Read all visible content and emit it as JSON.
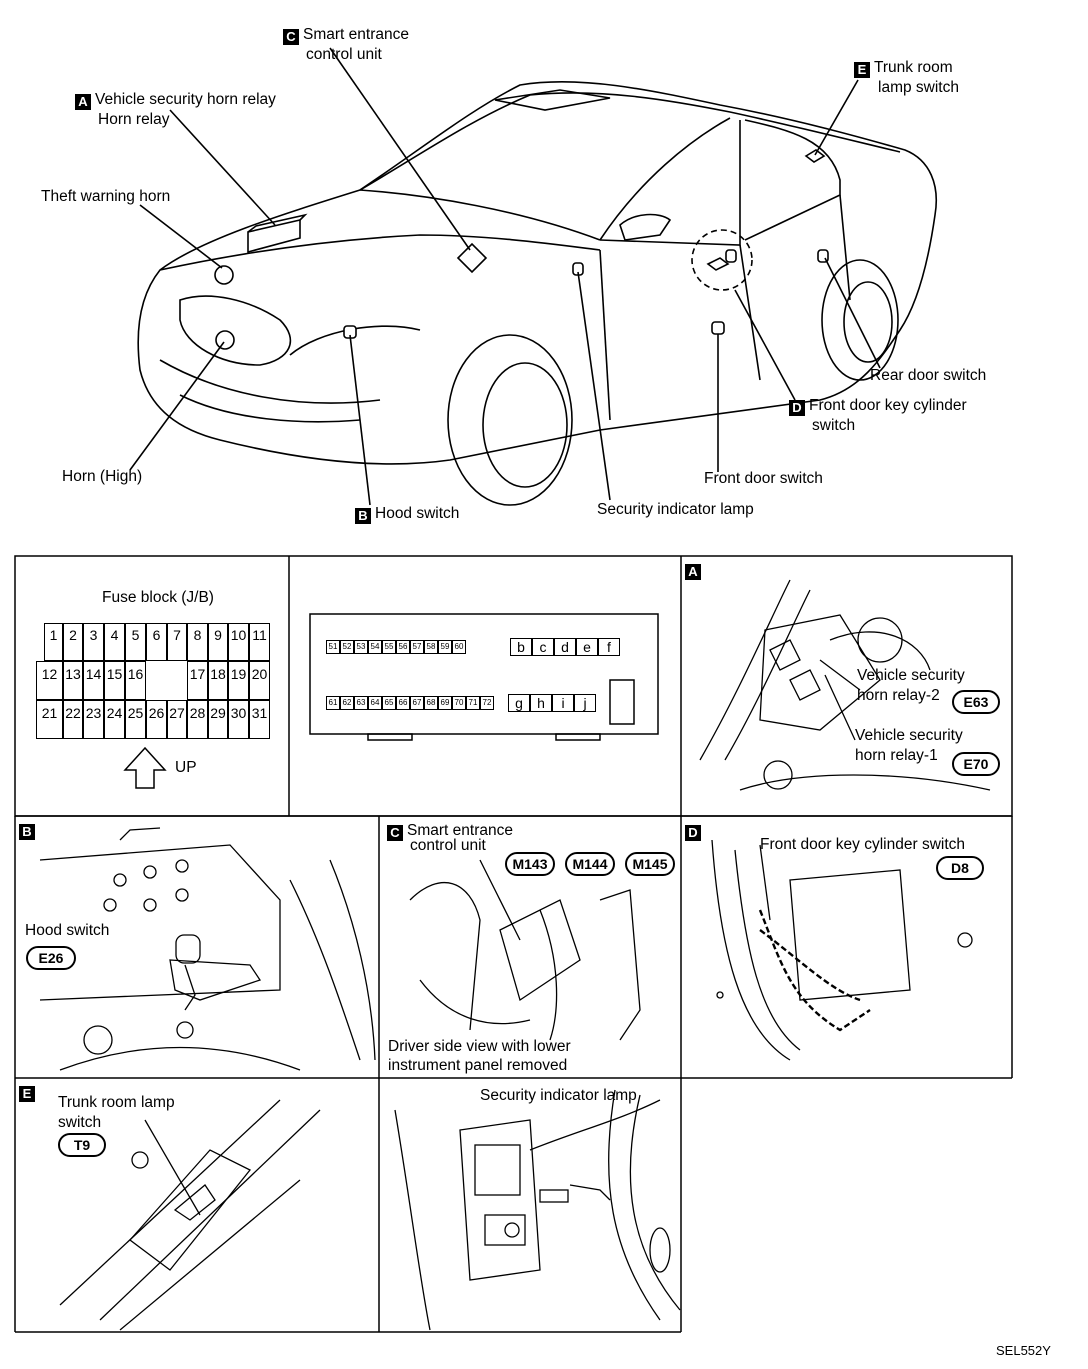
{
  "overview": {
    "labels": {
      "vehicle_security_horn_relay": "Vehicle security horn relay",
      "horn_relay": "Horn relay",
      "smart_entrance_1": "Smart entrance",
      "smart_entrance_2": "control unit",
      "trunk_room_1": "Trunk room",
      "trunk_room_2": "lamp switch",
      "theft_warning_horn": "Theft warning horn",
      "horn_high": "Horn (High)",
      "hood_switch": "Hood switch",
      "security_indicator_lamp": "Security indicator lamp",
      "front_door_switch": "Front door switch",
      "rear_door_switch": "Rear door switch",
      "front_door_key_1": "Front door key cylinder",
      "front_door_key_2": "switch"
    },
    "tags": {
      "a": "A",
      "b": "B",
      "c": "C",
      "d": "D",
      "e": "E"
    }
  },
  "fuse_block": {
    "title": "Fuse block (J/B)",
    "row1": [
      "1",
      "2",
      "3",
      "4",
      "5",
      "6",
      "7",
      "8",
      "9",
      "10",
      "11"
    ],
    "row2": [
      "12",
      "13",
      "14",
      "15",
      "16",
      "",
      "",
      "17",
      "18",
      "19",
      "20"
    ],
    "row3": [
      "21",
      "22",
      "23",
      "24",
      "25",
      "26",
      "27",
      "28",
      "29",
      "30",
      "31"
    ],
    "up_label": "UP"
  },
  "connector": {
    "row_top": [
      "51",
      "52",
      "53",
      "54",
      "55",
      "56",
      "57",
      "58",
      "59",
      "60"
    ],
    "row_bottom": [
      "61",
      "62",
      "63",
      "64",
      "65",
      "66",
      "67",
      "68",
      "69",
      "70",
      "71",
      "72"
    ],
    "letters_top": [
      "b",
      "c",
      "d",
      "e",
      "f"
    ],
    "letters_bottom": [
      "g",
      "h",
      "i",
      "j"
    ]
  },
  "panel_a": {
    "tag": "A",
    "relay2_line1": "Vehicle security",
    "relay2_line2": "horn relay-2",
    "relay2_conn": "E63",
    "relay1_line1": "Vehicle security",
    "relay1_line2": "horn relay-1",
    "relay1_conn": "E70"
  },
  "panel_b": {
    "tag": "B",
    "label": "Hood switch",
    "conn": "E26"
  },
  "panel_c": {
    "tag": "C",
    "label1": "Smart entrance",
    "label2": "control unit",
    "conns": [
      "M143",
      "M144",
      "M145"
    ],
    "note1": "Driver side view with lower",
    "note2": "instrument panel removed"
  },
  "panel_d": {
    "tag": "D",
    "label": "Front door key cylinder switch",
    "conn": "D8"
  },
  "panel_e": {
    "tag": "E",
    "label1": "Trunk room lamp",
    "label2": "switch",
    "conn": "T9"
  },
  "panel_sil": {
    "label": "Security indicator lamp"
  },
  "figure_id": "SEL552Y"
}
